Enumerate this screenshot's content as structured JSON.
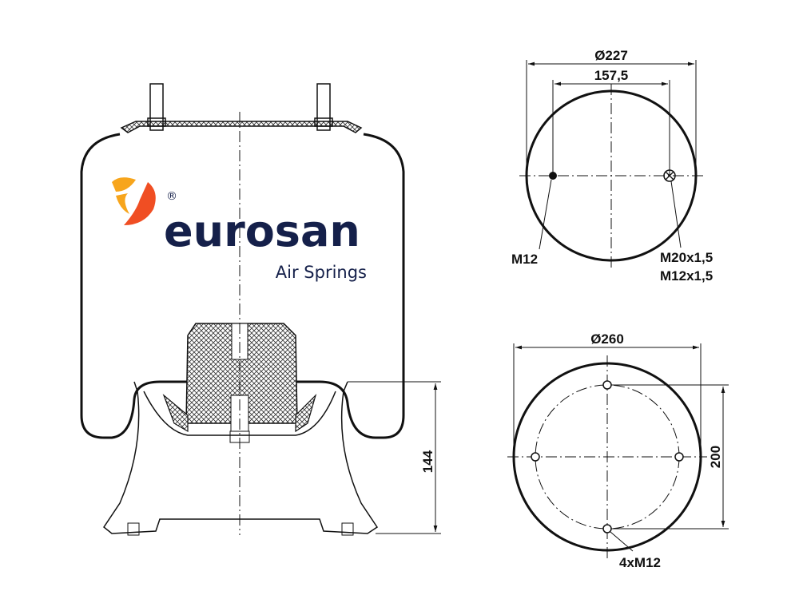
{
  "logo": {
    "name": "eurosan",
    "subtitle": "Air Springs",
    "registered": "®",
    "colors": {
      "text": "#15204a",
      "mark_primary": "#f04e23",
      "mark_secondary": "#f7a51c"
    }
  },
  "side_view": {
    "height_label": "144"
  },
  "top_view": {
    "outer_diameter": "Ø227",
    "bolt_spacing": "157,5",
    "left_thread": "M12",
    "right_thread_1": "M20x1,5",
    "right_thread_2": "M12x1,5"
  },
  "bottom_view": {
    "outer_diameter": "Ø260",
    "bolt_circle": "200",
    "holes": "4xM12"
  }
}
